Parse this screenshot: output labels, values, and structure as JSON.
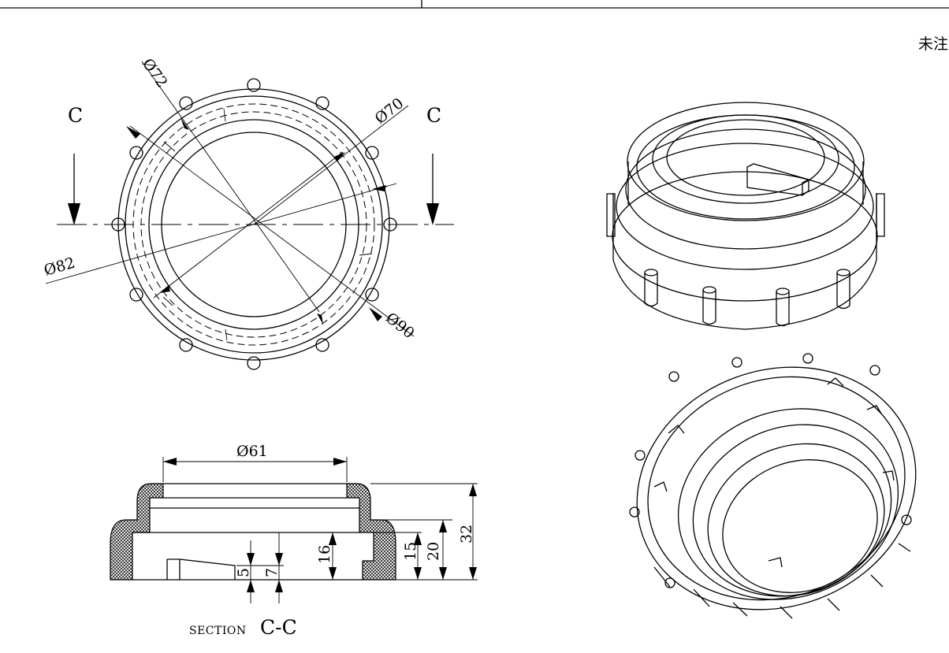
{
  "drawing": {
    "note_partial": "未注",
    "section_markers": {
      "left": "C",
      "right": "C"
    },
    "section_caption": {
      "prefix": "SECTION",
      "name": "C-C"
    },
    "dimensions": {
      "d72": "Ø72",
      "d70": "Ø70",
      "d82": "Ø82",
      "d90": "Ø90",
      "d61": "Ø61",
      "h32": "32",
      "h20": "20",
      "h15": "15",
      "h16": "16",
      "h7": "7",
      "h5": "5"
    }
  }
}
